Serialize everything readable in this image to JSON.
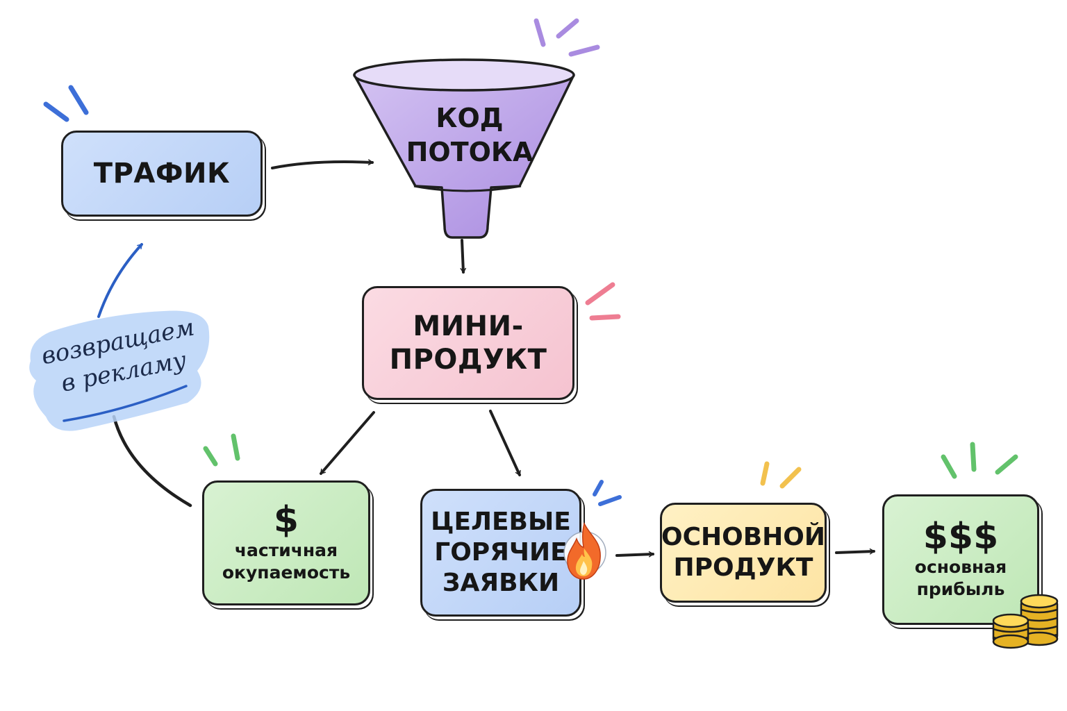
{
  "nodes": {
    "traffic": {
      "label": "ТРАФИК",
      "color": "#b7cff6"
    },
    "funnel": {
      "line1": "КОД",
      "line2": "ПОТОКА",
      "color": "#b79ce6"
    },
    "mini_product": {
      "line1": "МИНИ-",
      "line2": "ПРОДУКТ",
      "color": "#f5c3d0"
    },
    "payback": {
      "symbol": "$",
      "line1": "частичная",
      "line2": "окупаемость",
      "color": "#bfe7b6"
    },
    "hot_leads": {
      "line1": "ЦЕЛЕВЫЕ",
      "line2": "ГОРЯЧИЕ",
      "line3": "ЗАЯВКИ",
      "color": "#b7cff6"
    },
    "main_product": {
      "line1": "ОСНОВНОЙ",
      "line2": "ПРОДУКТ",
      "color": "#fde4a4"
    },
    "profit": {
      "symbol": "$$$",
      "line1": "основная",
      "line2": "прибыль",
      "color": "#bfe7b6"
    }
  },
  "loop_label": {
    "line1": "возвращаем",
    "line2": "в рекламу"
  },
  "icons": {
    "fire": "fire-icon",
    "coins": "coins-icon",
    "funnel": "funnel-icon"
  },
  "accent_colors": {
    "blue": "#3d6fd8",
    "purple": "#a98be0",
    "pink": "#ee7d92",
    "green": "#62c26b",
    "yellow": "#f2c14e",
    "ink": "#1f1f1f"
  }
}
